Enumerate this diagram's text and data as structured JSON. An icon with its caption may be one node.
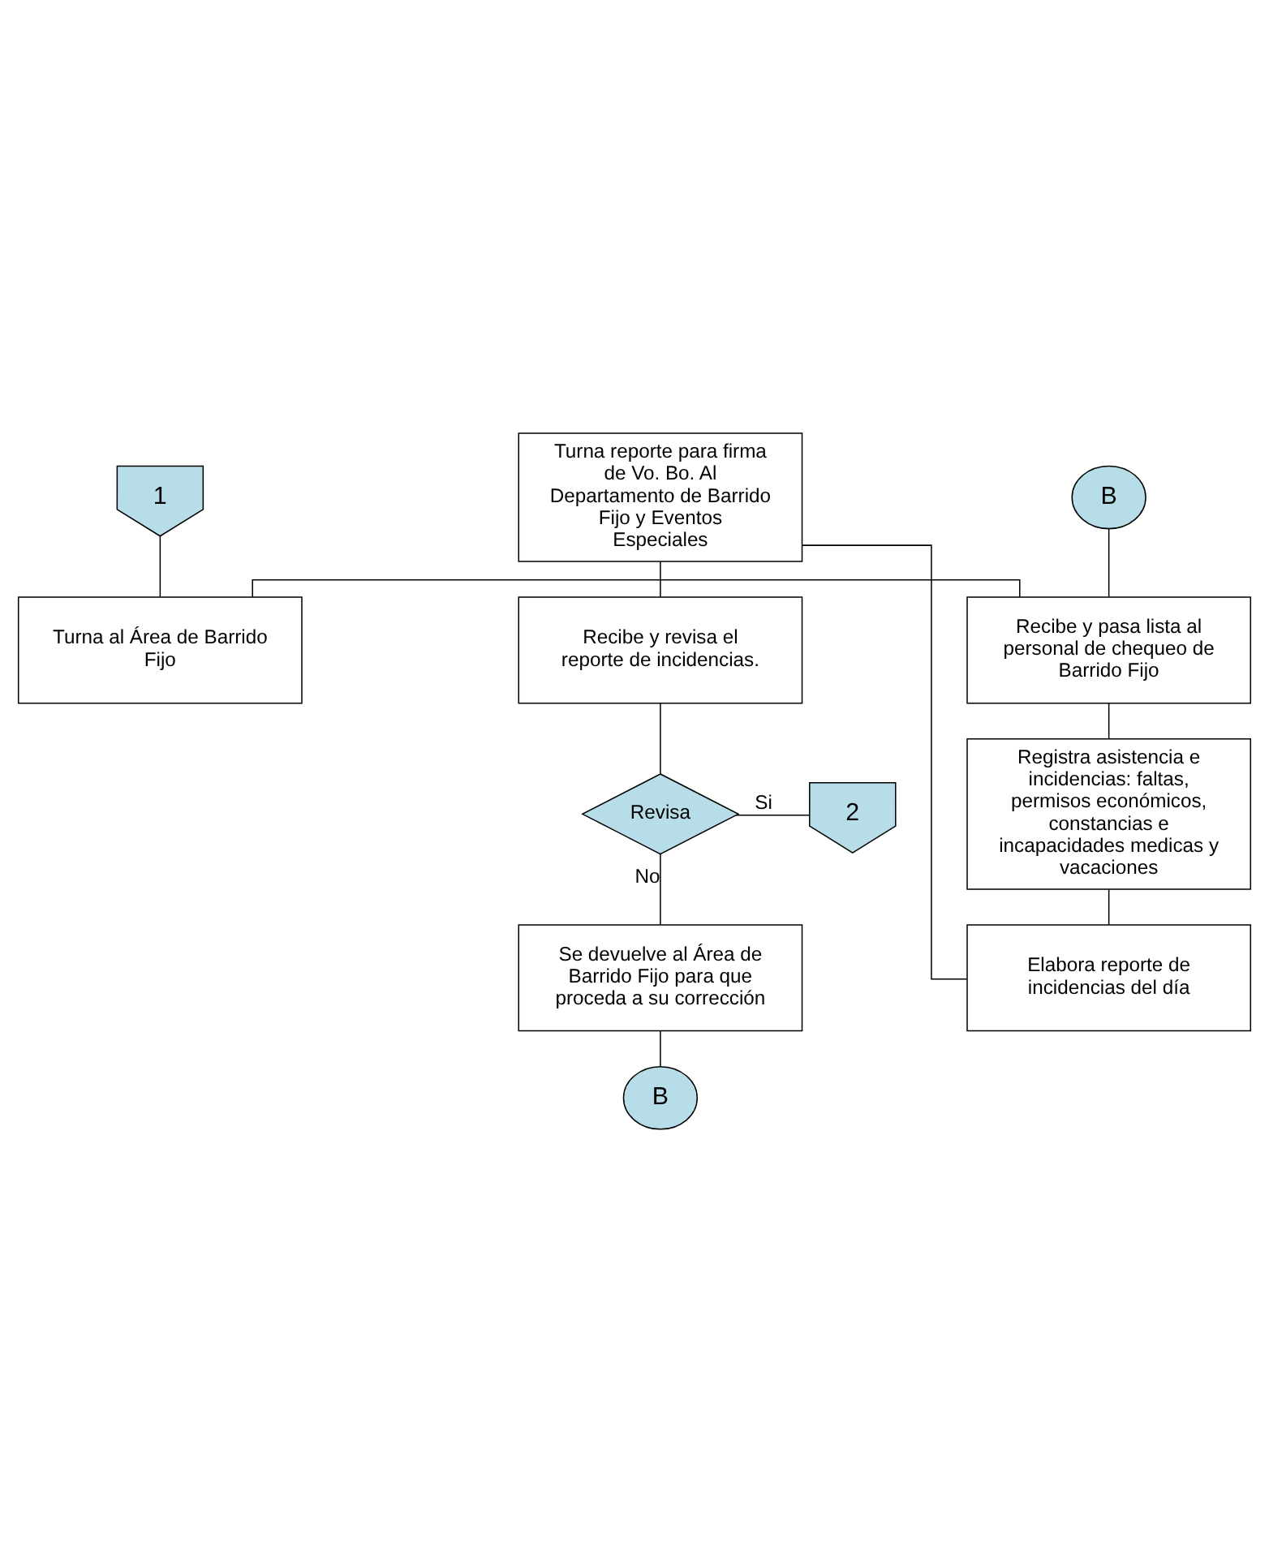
{
  "diagram": {
    "nodes": [
      {
        "text": [
          "1"
        ]
      },
      {
        "text": [
          "Turna al Área de Barrido Fijo"
        ]
      },
      {
        "text": [
          "B"
        ]
      },
      {
        "text": [
          "Recibe y pasa lista al personal de chequeo de Barrido Fijo"
        ]
      },
      {
        "text": [
          "Registra asistencia e incidencias: faltas, permisos económicos, constancias e incapacidades medicas y vacaciones"
        ]
      },
      {
        "text": [
          "Elabora reporte de incidencias del día"
        ]
      },
      {
        "text": [
          "Turna reporte para firma de Vo. Bo. Al Departamento de Barrido Fijo y Eventos Especiales"
        ]
      },
      {
        "text": [
          "Recibe y revisa el reporte de incidencias."
        ]
      },
      {
        "text": [
          "Revisa"
        ]
      },
      {
        "text": [
          "2"
        ]
      },
      {
        "text": [
          "Se devuelve al Área de Barrido Fijo para que proceda a su corrección"
        ]
      },
      {
        "text": [
          "B"
        ]
      }
    ],
    "edges": [
      {
        "from": 0,
        "to": 1,
        "arrow": "none"
      },
      {
        "from": 1,
        "to": 3,
        "arrow": "none"
      },
      {
        "from": 2,
        "to": 3,
        "arrow": "none"
      },
      {
        "from": 3,
        "to": 4,
        "arrow": "none"
      },
      {
        "from": 4,
        "to": 5,
        "arrow": "none"
      },
      {
        "from": 5,
        "to": 6,
        "arrow": "none"
      },
      {
        "from": 6,
        "to": 7,
        "arrow": "none"
      },
      {
        "from": 7,
        "to": 8,
        "arrow": "none"
      },
      {
        "from": 8,
        "to": 9,
        "arrow": "none",
        "label": "Si"
      },
      {
        "from": 8,
        "to": 10,
        "arrow": "none",
        "label": "No"
      },
      {
        "from": 10,
        "to": 11,
        "arrow": "none"
      }
    ]
  }
}
